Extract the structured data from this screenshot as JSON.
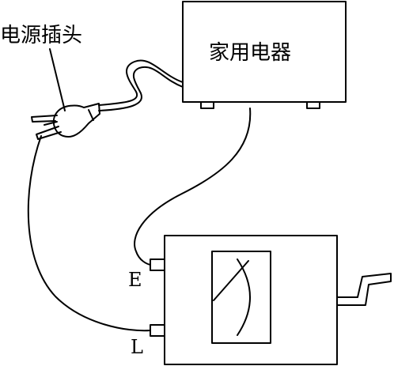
{
  "labels": {
    "plug": "电源插头",
    "appliance": "家用电器",
    "terminal_e": "E",
    "terminal_l": "L"
  },
  "colors": {
    "stroke": "#000000",
    "background": "#ffffff"
  }
}
